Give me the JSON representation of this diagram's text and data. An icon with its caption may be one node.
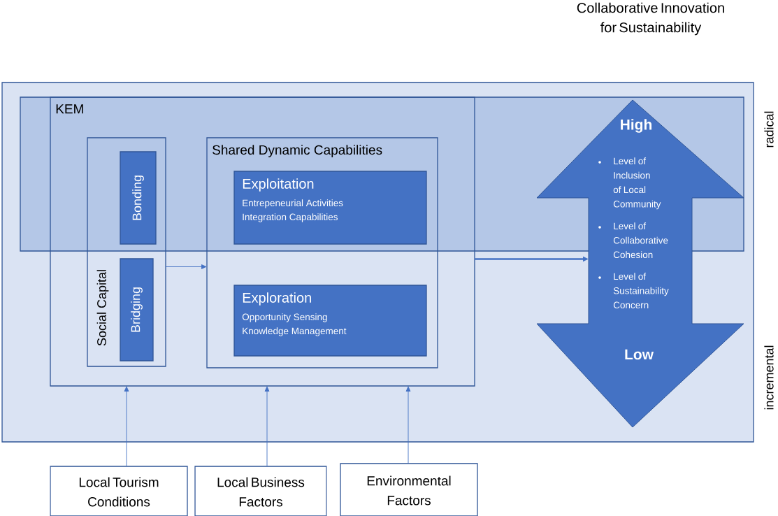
{
  "diagram": {
    "title": "Collaborative Innovation for Sustainability",
    "nodes": [
      {
        "text": [],
        "shape": "box"
      },
      {
        "text": [
          "KEM"
        ],
        "in": 0
      },
      {
        "text": [
          "Social Capital"
        ],
        "in": 1
      },
      {
        "text": [
          "Bonding"
        ],
        "in": 2
      },
      {
        "text": [
          "Bridging"
        ],
        "in": 2
      },
      {
        "text": [
          "Shared Dynamic Capabilities"
        ],
        "in": 1
      },
      {
        "text": [
          "Exploitation",
          "Entrepeneurial Activities",
          "Integration Capabilities"
        ],
        "in": 5
      },
      {
        "text": [
          "Exploration",
          "Opportunity Sensing",
          "Knowledge Management"
        ],
        "in": 5
      },
      {
        "text": [
          "High",
          "Level of Inclusion of Local Community",
          "Level of Collaborative Cohesion",
          "Level of Sustainability Concern",
          "Low"
        ],
        "in": 0
      },
      {
        "text": [
          "Local Tourism Conditions"
        ]
      },
      {
        "text": [
          "Local Business Factors"
        ]
      },
      {
        "text": [
          "Environmental Factors"
        ]
      }
    ],
    "edges": [
      {
        "from": 2,
        "to": 5,
        "arrow": "to"
      },
      {
        "from": 1,
        "to": 8,
        "arrow": "to",
        "style": "thick"
      },
      {
        "from": 9,
        "to": 1,
        "arrow": "to"
      },
      {
        "from": 10,
        "to": 1,
        "arrow": "to"
      },
      {
        "from": 11,
        "to": 1,
        "arrow": "to"
      }
    ],
    "labels": [
      "radical",
      "incremental"
    ]
  }
}
